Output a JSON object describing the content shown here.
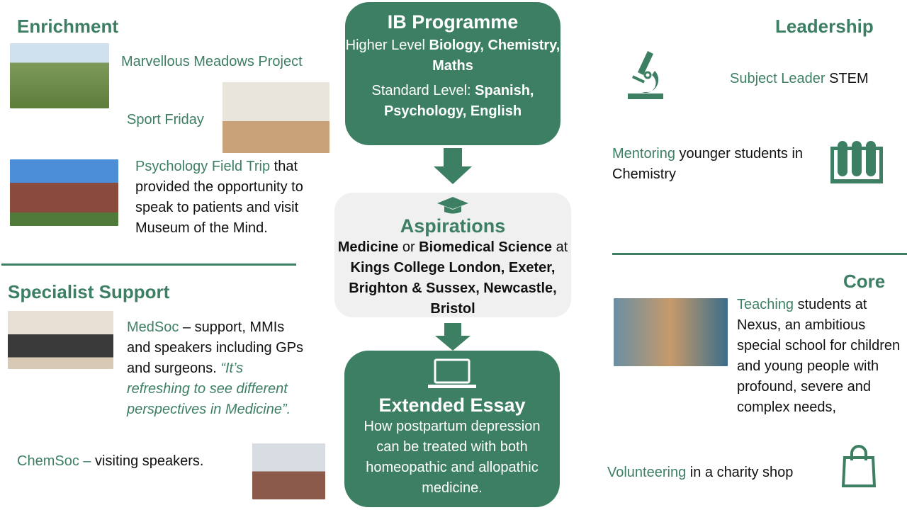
{
  "enrichment": {
    "title": "Enrichment",
    "meadows": "Marvellous Meadows Project",
    "sport": "Sport Friday",
    "trip_green": "Psychology Field Trip",
    "trip_rest": " that provided the opportunity to speak to patients and visit Museum of the Mind."
  },
  "specialist": {
    "title": "Specialist Support",
    "medsoc_green": "MedSoc",
    "medsoc_rest": " – support, MMIs and speakers including GPs and surgeons. ",
    "medsoc_quote": "“It’s refreshing to see different perspectives in Medicine”.",
    "chemsoc_green": "ChemSoc –",
    "chemsoc_rest": " visiting speakers."
  },
  "ib": {
    "title": "IB Programme",
    "hl_label": "Higher Level ",
    "hl_subjects": "Biology, Chemistry, Maths",
    "sl_label": "Standard Level: ",
    "sl_subjects": "Spanish, Psychology, English"
  },
  "aspirations": {
    "title": "Aspirations",
    "c1": "Medicine",
    "c2": " or ",
    "c3": "Biomedical Science",
    "c4": "at ",
    "c5": "Kings College London, Exeter, Brighton & Sussex, Newcastle, Bristol"
  },
  "essay": {
    "title": "Extended Essay",
    "text": "How postpartum depression can be treated with both homeopathic and allopathic medicine."
  },
  "leadership": {
    "title": "Leadership",
    "subject_green": "Subject Leader",
    "subject_rest": " STEM",
    "mentor_green": "Mentoring",
    "mentor_rest": " younger students in Chemistry"
  },
  "core": {
    "title": "Core",
    "teach_green": "Teaching",
    "teach_rest": " students at Nexus, an ambitious special school for children and young people with profound, severe and complex needs,",
    "vol_green": "Volunteering",
    "vol_rest": " in a charity shop"
  },
  "colors": {
    "accent": "#3d7f63",
    "aspiration_bg": "#f0f0f0"
  }
}
